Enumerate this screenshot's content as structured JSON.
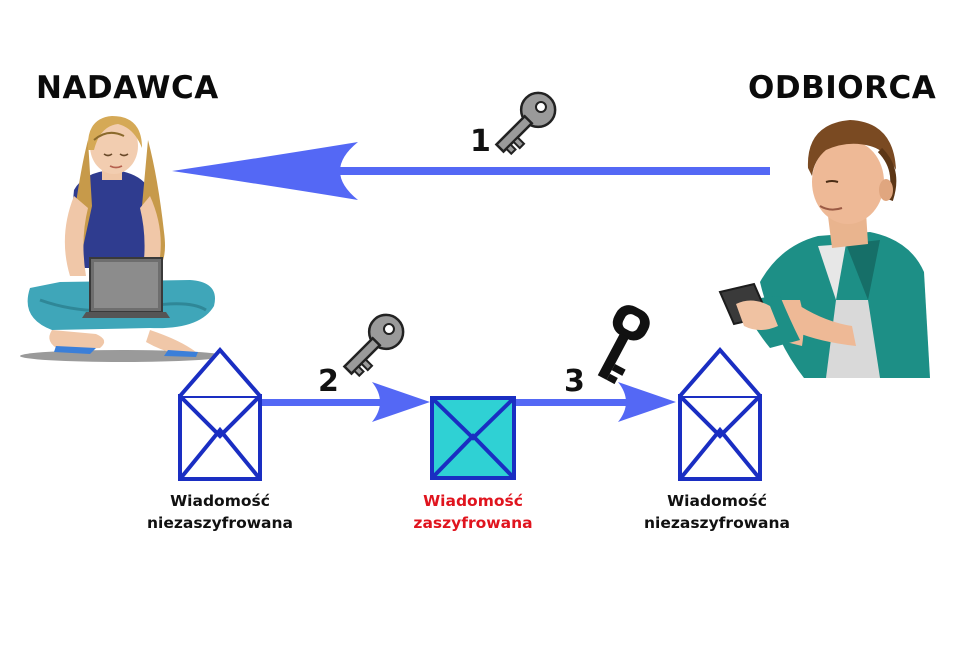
{
  "sender_label": "NADAWCA",
  "receiver_label": "ODBIORCA",
  "steps": {
    "one": "1",
    "two": "2",
    "three": "3"
  },
  "captions": {
    "left": {
      "line1": "Wiadomość",
      "line2": "niezaszyfrowana"
    },
    "middle": {
      "line1": "Wiadomość",
      "line2": "zaszyfrowana"
    },
    "right": {
      "line1": "Wiadomość",
      "line2": "niezaszyfrowana"
    }
  },
  "colors": {
    "arrow": "#5468f5",
    "envelope_stroke": "#1a2ec2",
    "encrypted_fill": "#2fd1d4",
    "encrypted_caption": "#e0141e",
    "public_key": "#8f8f8f",
    "private_key": "#111111"
  },
  "icons": {
    "public_key": "silver-key-icon",
    "private_key": "black-key-icon",
    "envelope": "envelope-icon"
  }
}
